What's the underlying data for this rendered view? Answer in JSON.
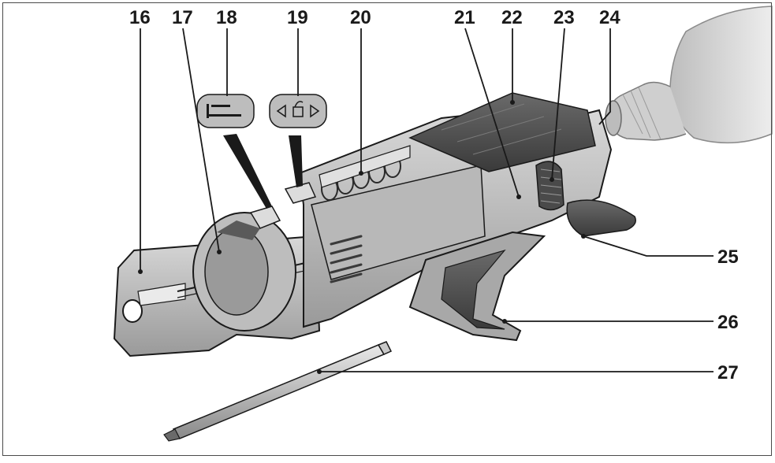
{
  "callouts": [
    {
      "number": "16"
    },
    {
      "number": "17"
    },
    {
      "number": "18"
    },
    {
      "number": "19"
    },
    {
      "number": "20"
    },
    {
      "number": "21"
    },
    {
      "number": "22"
    },
    {
      "number": "23"
    },
    {
      "number": "24"
    },
    {
      "number": "25"
    },
    {
      "number": "26"
    },
    {
      "number": "27"
    }
  ],
  "colors": {
    "body_light": "#c9c9c9",
    "body_mid": "#a9a9a9",
    "body_dark": "#5d5d5d",
    "grip_dark": "#3a3a3a",
    "line": "#1a1a1a",
    "drill": "#d9d9d9"
  }
}
